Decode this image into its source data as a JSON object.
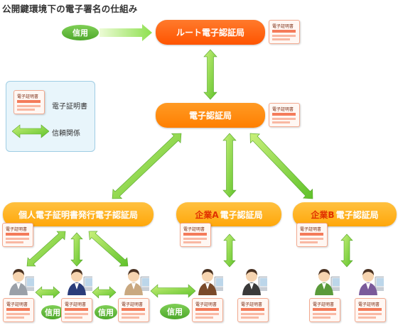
{
  "title": "公開鍵環境下の電子署名の仕組み",
  "legend": {
    "cert_label": "電子証明書",
    "relation_label": "信頼関係"
  },
  "cert_caption": "電子証明書",
  "trust_label": "信用",
  "nodes": {
    "root": "ルート電子認証局",
    "ca": "電子認証局",
    "personal": "個人電子証明書発行電子認証局",
    "corp_a_prefix": "企業A",
    "corp_a_suffix": "電子認証局",
    "corp_b_prefix": "企業B",
    "corp_b_suffix": "電子認証局"
  },
  "colors": {
    "root_pill": "#ff5a0a",
    "ca_pill": "#ff8a10",
    "low_pill": "#ffb020",
    "trust_green": "#5cb533",
    "arrow_green": "#7ed63f"
  }
}
